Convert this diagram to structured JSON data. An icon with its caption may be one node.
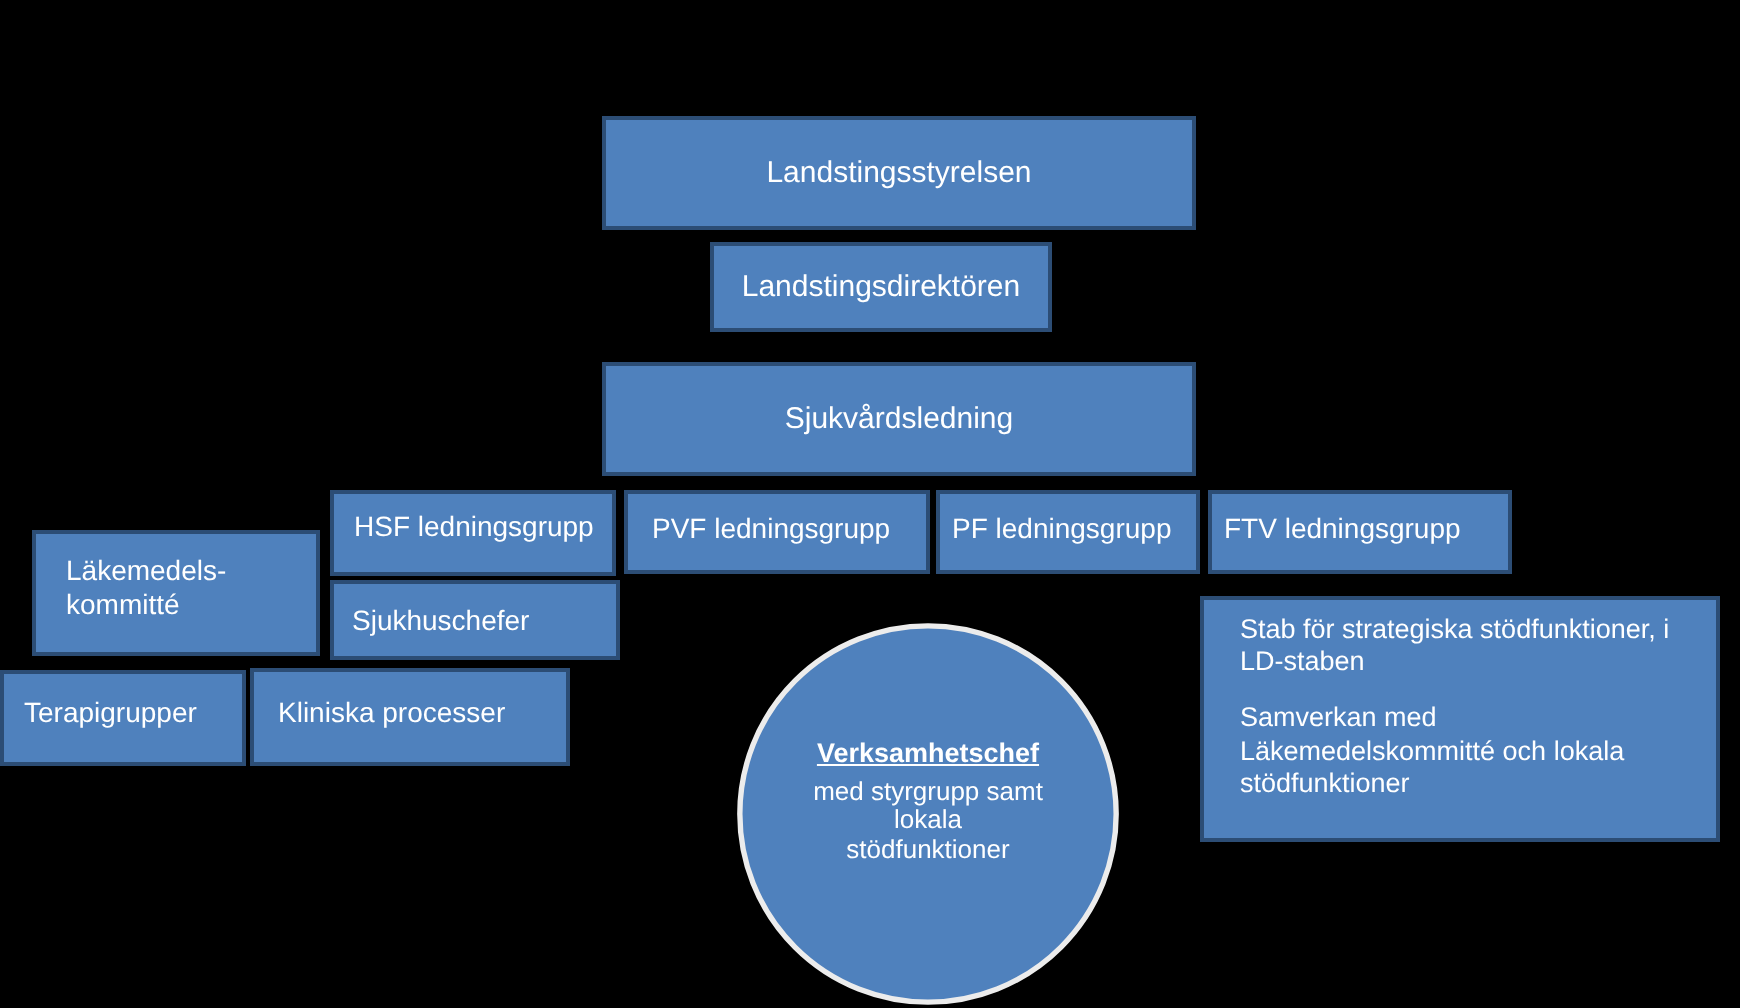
{
  "diagram": {
    "nodes": [
      {
        "text": [
          "Landstingsstyrelsen"
        ]
      },
      {
        "text": [
          "Landstingsdirektören"
        ]
      },
      {
        "text": [
          "Sjukvårdsledning"
        ]
      },
      {
        "text": [
          "HSF ledningsgrupp"
        ]
      },
      {
        "text": [
          "PVF ledningsgrupp"
        ]
      },
      {
        "text": [
          "PF ledningsgrupp"
        ]
      },
      {
        "text": [
          "FTV ledningsgrupp"
        ]
      },
      {
        "text": [
          "Läkemedels- kommitté"
        ]
      },
      {
        "text": [
          "Sjukhuschefer"
        ]
      },
      {
        "text": [
          "Stab för strategiska stödfunktioner, i LD-staben",
          "Samverkan med Läkemedelskommitté och lokala stödfunktioner"
        ]
      },
      {
        "text": [
          "Terapigrupper"
        ]
      },
      {
        "text": [
          "Kliniska processer"
        ]
      },
      {
        "text": [
          "Verksamhetschef",
          "med styrgrupp samt lokala stödfunktioner"
        ]
      }
    ]
  }
}
